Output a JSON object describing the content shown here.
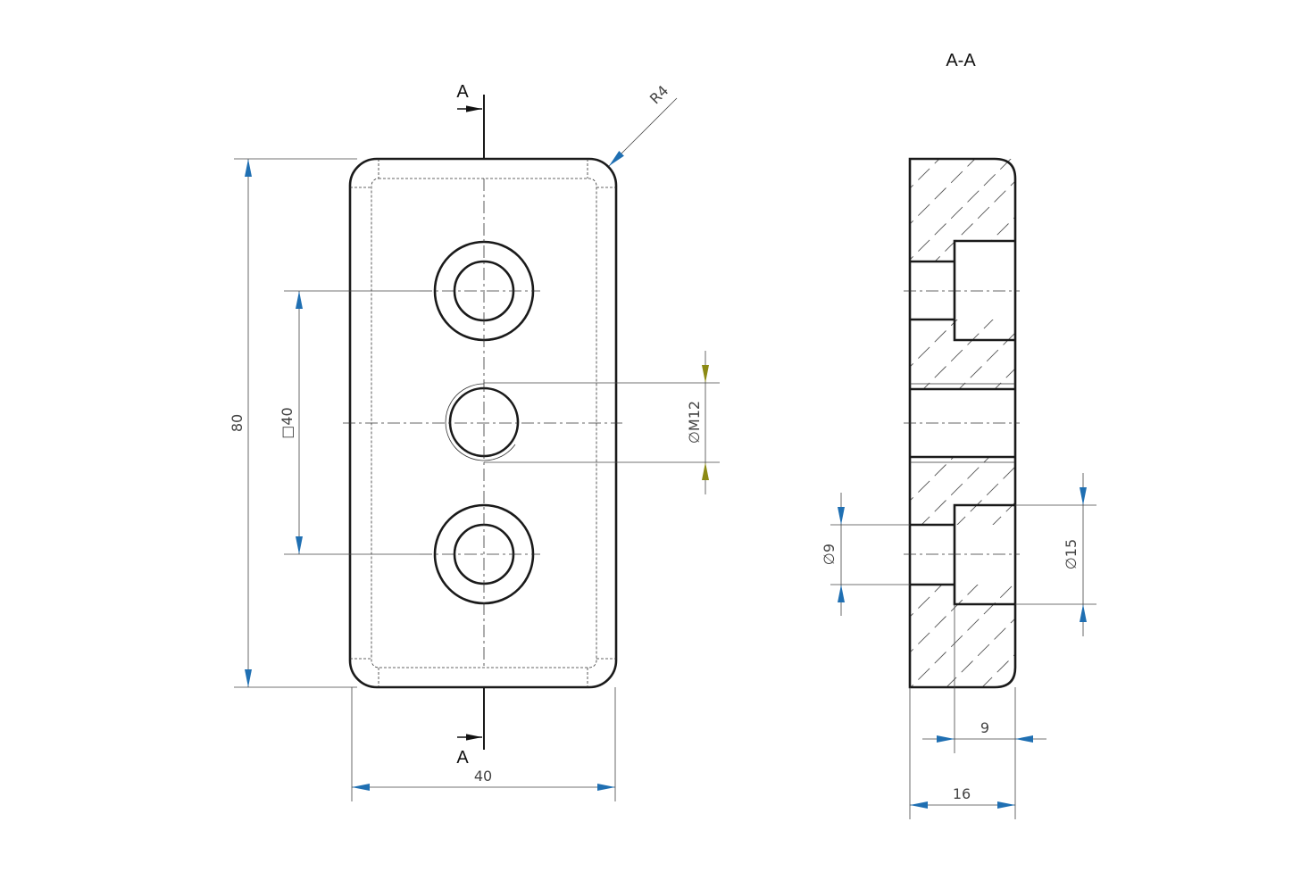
{
  "colors": {
    "arrow_blue": "#1f6fb2",
    "arrow_olive": "#8c8a14",
    "line": "#1a1a1a",
    "dim_line": "#444444"
  },
  "section": {
    "title": "A-A",
    "marker_top": "A",
    "marker_bottom": "A"
  },
  "dimensions": {
    "radius": "R4",
    "height": "80",
    "square": "□40",
    "width": "40",
    "thread": "∅M12",
    "bore_small": "∅9",
    "bore_large": "∅15",
    "depth": "9",
    "thickness": "16"
  }
}
